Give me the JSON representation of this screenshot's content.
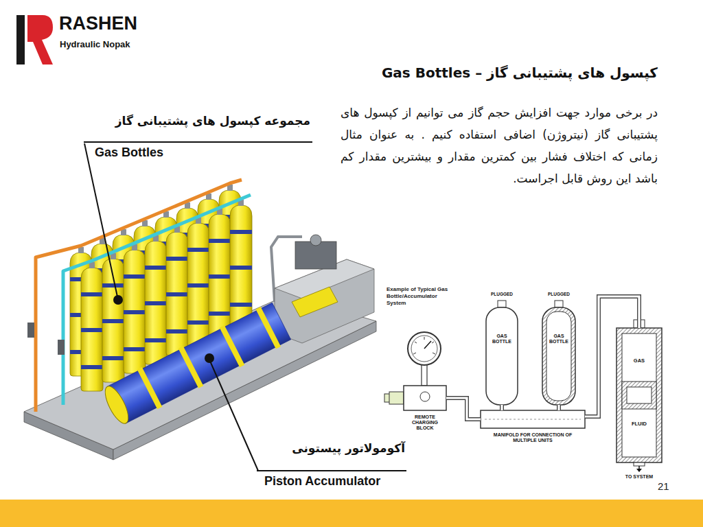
{
  "diagram": {
    "title": "کپسول های پشتیبانی گاز – Gas Bottles",
    "nodes": [
      {
        "text": [
          "REMOTE CHARGING BLOCK"
        ]
      },
      {
        "text": [
          "PLUGGED",
          "GAS BOTTLE"
        ]
      },
      {
        "text": [
          "PLUGGED",
          "GAS BOTTLE"
        ]
      },
      {
        "text": [
          "MANIFOLD FOR CONNECTION OF MULTIPLE UNITS"
        ]
      },
      {
        "text": [
          "GAS",
          "FLUID"
        ]
      }
    ],
    "edges": [
      {
        "from": 0,
        "to": 3,
        "arrow": "none"
      },
      {
        "from": 3,
        "to": 1,
        "arrow": "none"
      },
      {
        "from": 3,
        "to": 2,
        "arrow": "none"
      },
      {
        "from": 3,
        "to": 4,
        "arrow": "none"
      }
    ],
    "labels": [
      "RASHEN",
      "Hydraulic Nopak",
      "در برخی موارد جهت افزایش حجم گاز می توانیم از کپسول های پشتیبانی گاز (نیتروژن) اضافی استفاده کنیم . به عنوان مثال زمانی که اختلاف فشار بین کمترین مقدار و بیشترین مقدار کم باشد این روش قابل اجراست.",
      "مجموعه کپسول های پشتیبانی گاز",
      "Gas Bottles",
      "آکومولاتور پیستونی",
      "Piston Accumulator",
      "Example of Typical Gas Bottle/Accumulator System",
      "TO SYSTEM",
      "21"
    ]
  }
}
